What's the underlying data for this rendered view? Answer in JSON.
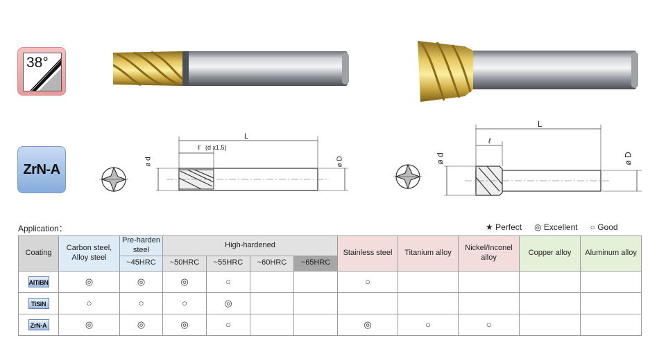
{
  "badges": {
    "angle": "38°",
    "coating": "ZrN-A"
  },
  "drawing_left": {
    "length_label": "L",
    "flute_label": "ℓ",
    "flute_note": "(d x1.5)",
    "dia_small": "ø d",
    "dia_large": "ø D"
  },
  "drawing_right": {
    "length_label": "L",
    "flute_label": "ℓ",
    "dia_small": "ø d",
    "dia_large": "ø D"
  },
  "application": {
    "label": "Application：",
    "legend": {
      "perfect": "★ Perfect",
      "excellent": "◎ Excellent",
      "good": "○ Good"
    },
    "headers": {
      "coating": "Coating",
      "carbon": "Carbon steel, Alloy steel",
      "preharden": "Pre-harden steel",
      "preharden_sub": "~45HRC",
      "high": "High-hardened",
      "hrc50": "~50HRC",
      "hrc55": "~55HRC",
      "hrc60": "~60HRC",
      "hrc65": "~65HRC",
      "stainless": "Stainless steel",
      "titanium": "Titanium alloy",
      "nickel": "Nickel/Inconel alloy",
      "copper": "Copper alloy",
      "aluminum": "Aluminum alloy"
    },
    "rows": [
      {
        "coating": "AlTiBN",
        "cells": [
          "◎",
          "◎",
          "◎",
          "○",
          "",
          "",
          "○",
          "",
          "",
          "",
          ""
        ]
      },
      {
        "coating": "TiSiN",
        "cells": [
          "○",
          "○",
          "○",
          "◎",
          "",
          "",
          "",
          "",
          "",
          "",
          ""
        ]
      },
      {
        "coating": "ZrN-A",
        "cells": [
          "◎",
          "◎",
          "◎",
          "○",
          "",
          "",
          "◎",
          "○",
          "○",
          "",
          ""
        ]
      }
    ]
  }
}
